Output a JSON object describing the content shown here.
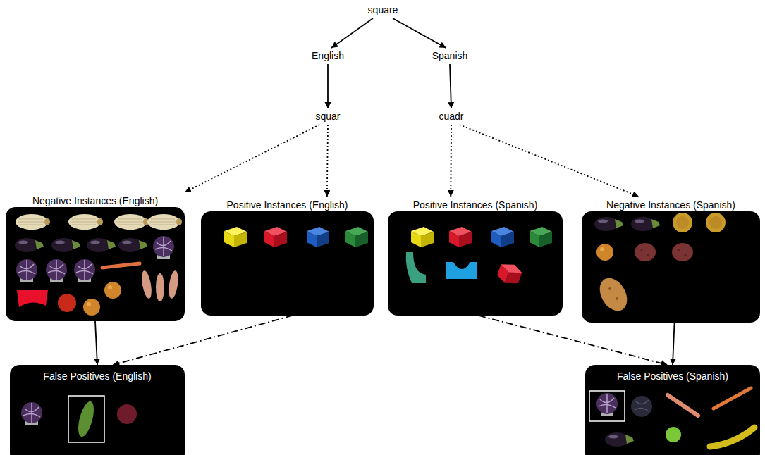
{
  "diagram": {
    "nodes": [
      {
        "text": [
          "square"
        ]
      },
      {
        "text": [
          "English"
        ]
      },
      {
        "text": [
          "Spanish"
        ]
      },
      {
        "text": [
          "squar"
        ]
      },
      {
        "text": [
          "cuadr"
        ]
      },
      {
        "text": [
          "Negative Instances (English)"
        ]
      },
      {
        "text": [
          "Positive Instances (English)"
        ]
      },
      {
        "text": [
          "Positive Instances (Spanish)"
        ]
      },
      {
        "text": [
          "Negative Instances (Spanish)"
        ]
      },
      {
        "text": [
          "False Positives (English)"
        ]
      },
      {
        "text": [
          "False Positives (Spanish)"
        ]
      }
    ],
    "edges": [
      {
        "from": 0,
        "to": 1,
        "arrow": "to"
      },
      {
        "from": 0,
        "to": 2,
        "arrow": "to"
      },
      {
        "from": 1,
        "to": 3,
        "arrow": "to"
      },
      {
        "from": 2,
        "to": 4,
        "arrow": "to"
      },
      {
        "from": 3,
        "to": 5,
        "arrow": "to"
      },
      {
        "from": 3,
        "to": 6,
        "arrow": "to"
      },
      {
        "from": 4,
        "to": 7,
        "arrow": "to"
      },
      {
        "from": 4,
        "to": 8,
        "arrow": "to"
      },
      {
        "from": 5,
        "to": 9,
        "arrow": "to"
      },
      {
        "from": 6,
        "to": 9,
        "arrow": "to"
      },
      {
        "from": 7,
        "to": 10,
        "arrow": "to"
      },
      {
        "from": 8,
        "to": 10,
        "arrow": "to"
      }
    ]
  }
}
